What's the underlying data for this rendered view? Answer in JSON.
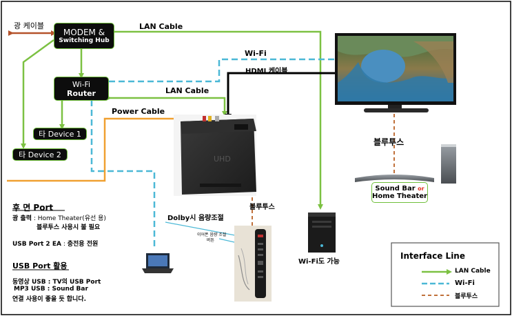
{
  "nodes": {
    "modem_line1": "MODEM &",
    "modem_line2": "Switching Hub",
    "router_line1": "Wi-Fi",
    "router_line2": "Router",
    "device1": "타 Device 1",
    "device2": "타 Device 2",
    "soundbar_line1": "Sound Bar",
    "soundbar_or": "or",
    "soundbar_line2": "Home Theater"
  },
  "labels": {
    "optical_cable": "광 케이블",
    "lan_cable_top": "LAN Cable",
    "lan_cable_mid": "LAN Cable",
    "wifi": "Wi-Fi",
    "hdmi": "HDMI 케이블",
    "power_cable": "Power Cable",
    "bluetooth_tv": "블루투스",
    "bluetooth_box": "블루투스",
    "dolby": "Dolby시 음량조절",
    "remote_note_line1": "이어폰 음량 조절",
    "remote_note_line2": "버튼",
    "pc_wifi": "Wi-Fi도 가능"
  },
  "rear_panel": {
    "title": "후   면   Port",
    "optical_label": "광 출력",
    "optical_sep": " : ",
    "optical_value": "Home Theater(유선 용)",
    "optical_note": "블루투스 사용시 불 필요",
    "usb_label": "USB Port 2 EA",
    "usb_sep": " : ",
    "usb_value": "충전용 전원"
  },
  "usb_usage": {
    "title": "USB Port 활용",
    "video_label": "동영상 USB",
    "video_value": " : TV의 USB Port",
    "mp3_label": "MP3 USB",
    "mp3_value": " : Sound Bar",
    "note": "연결 사용이 좋을 듯 합니다."
  },
  "legend": {
    "title": "Interface Line",
    "items": [
      {
        "label": "LAN Cable",
        "color": "#7cc142"
      },
      {
        "label": "Wi-Fi",
        "color": "#4bb8d6"
      },
      {
        "label": "블루투스",
        "color": "#c0703a"
      }
    ]
  },
  "colors": {
    "lan": "#7cc142",
    "wifi": "#4bb8d6",
    "bluetooth": "#c0703a",
    "optical": "#b5522a",
    "power": "#f0a030",
    "hdmi": "#000000",
    "accent_red": "#e03020"
  }
}
